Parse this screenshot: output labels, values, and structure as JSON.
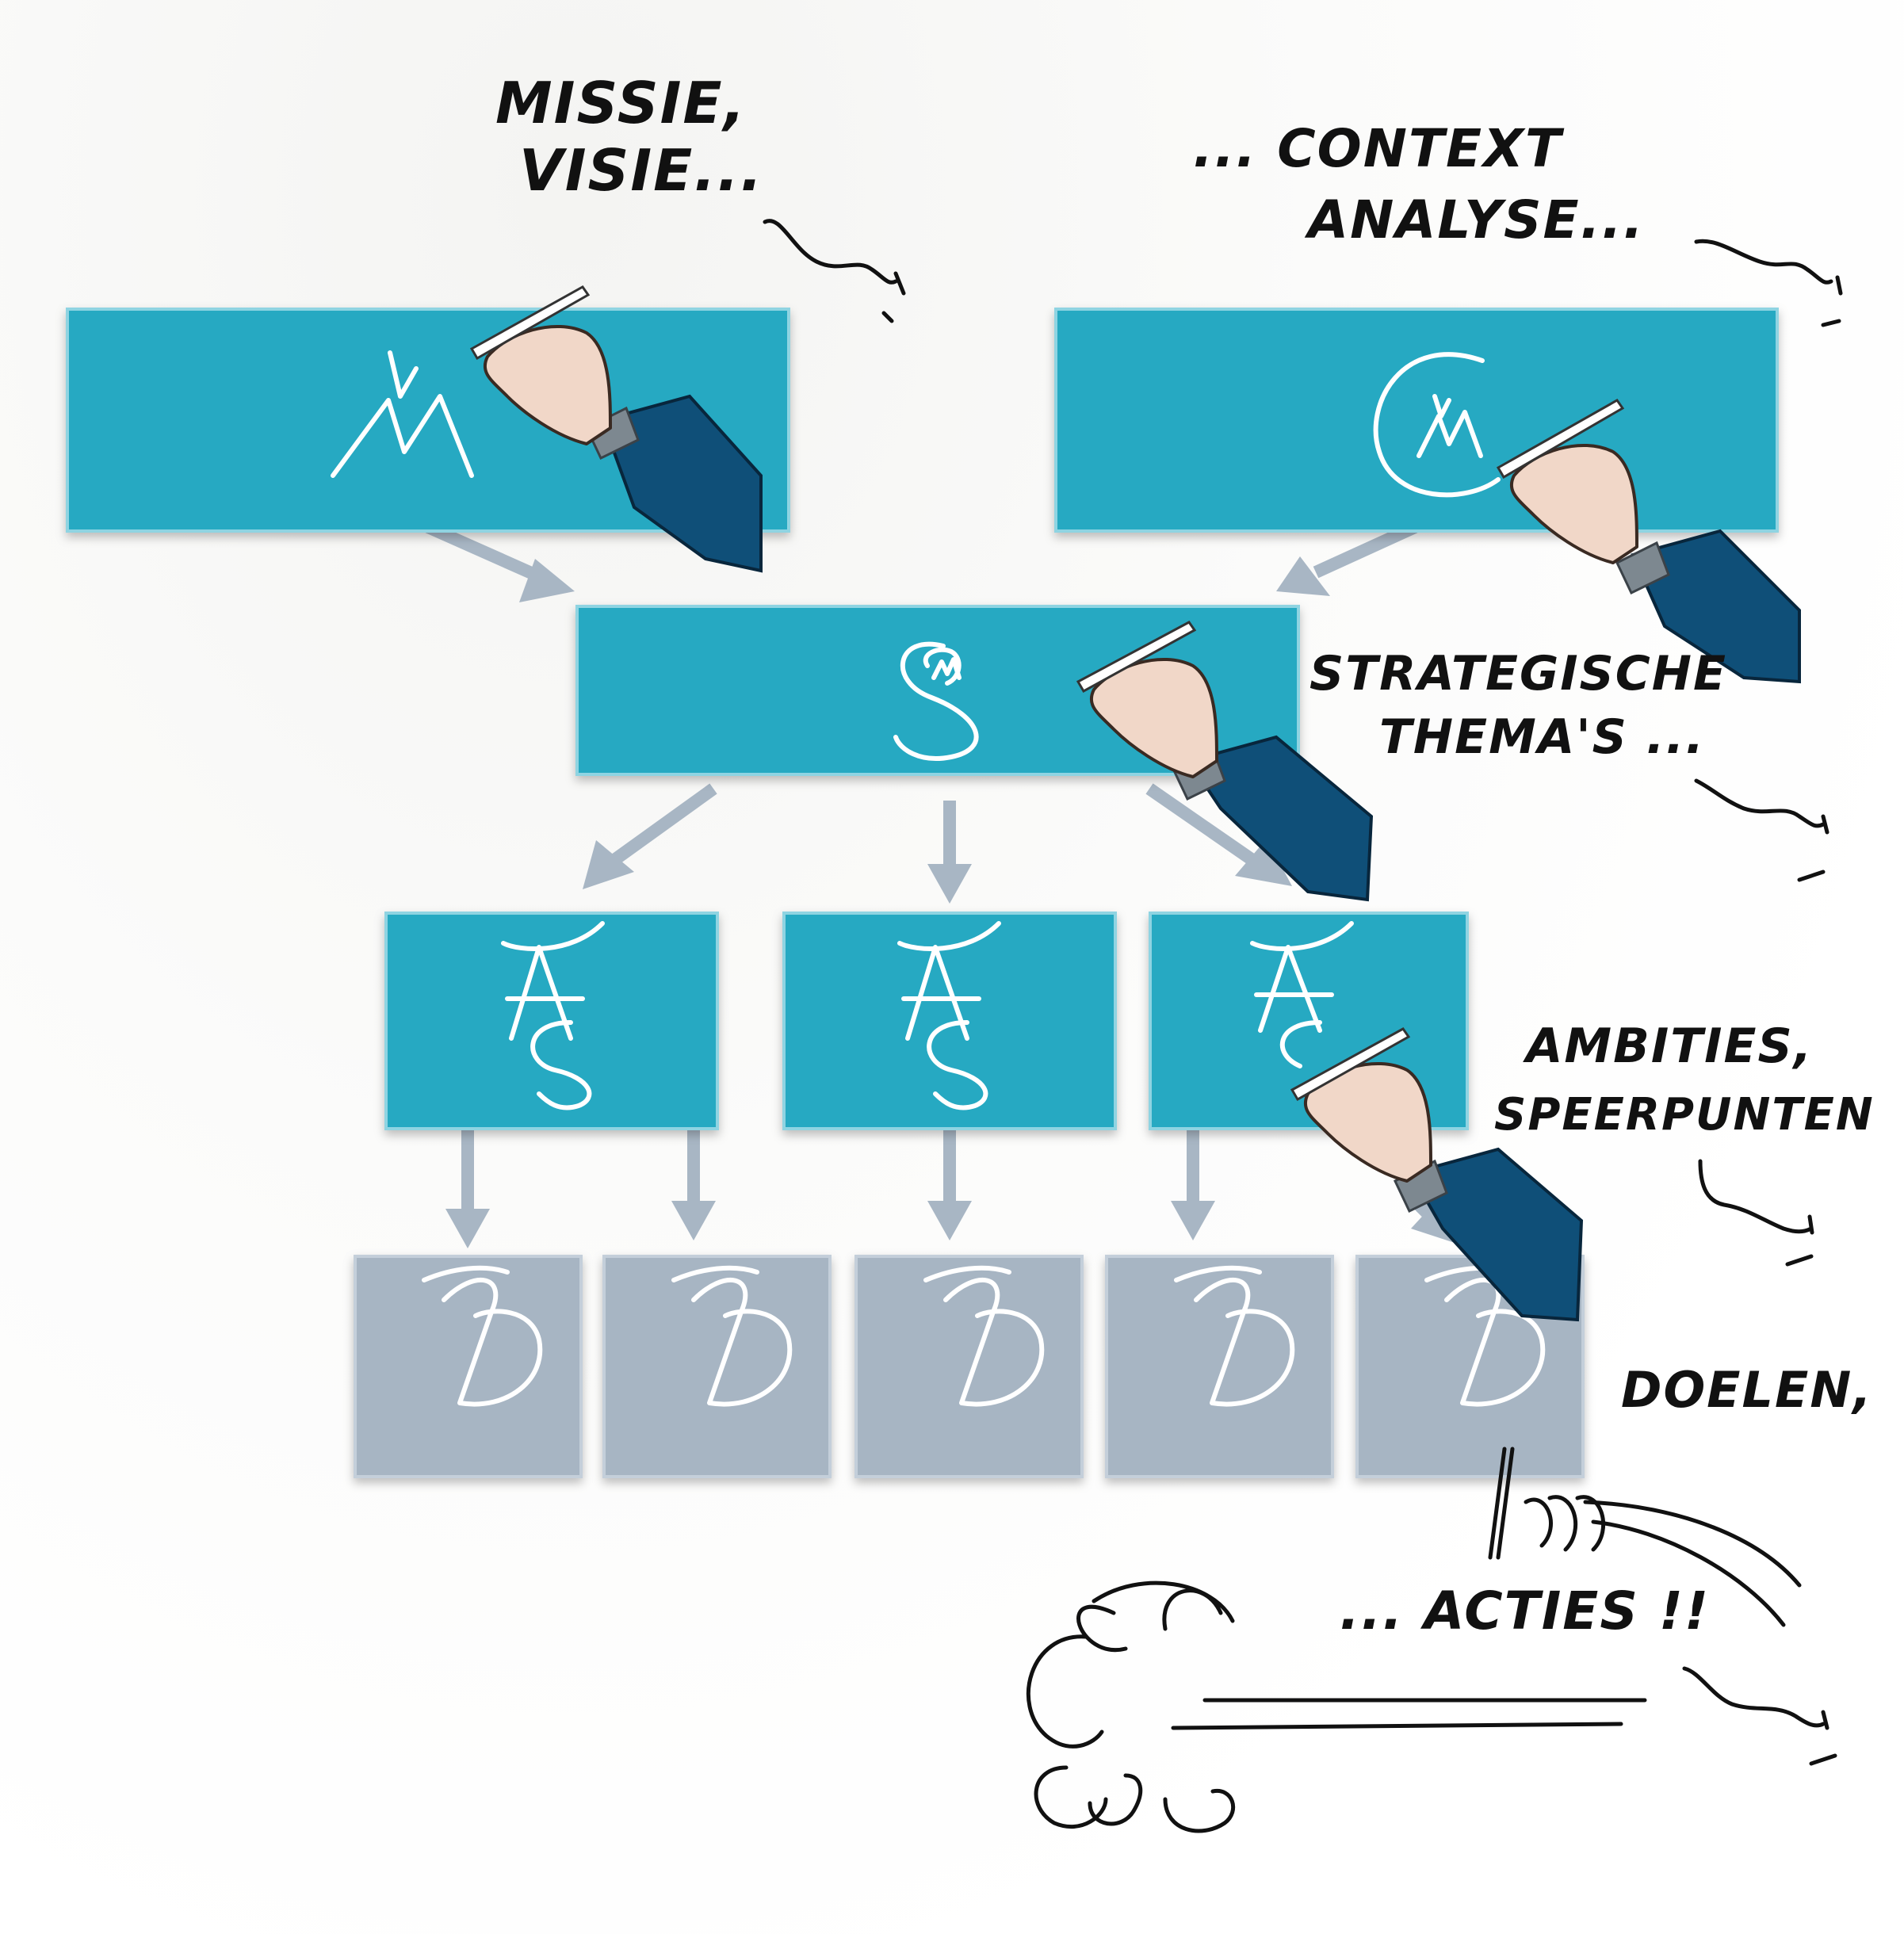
{
  "labels": {
    "missie_line1": "MISSIE,",
    "missie_line2": "VISIE...",
    "context_line1": "... CONTEXT",
    "context_line2": "ANALYSE...",
    "strategische_line1": "STRATEGISCHE",
    "strategische_line2": "THEMA'S ...",
    "ambities_line1": "AMBITIES,",
    "ambities_line2": "SPEERPUNTEN",
    "doelen": "DOELEN,",
    "acties": "... ACTIES !!"
  },
  "colors": {
    "teal_box": "#27a9c2",
    "grey_box": "#a7b5c3",
    "arrow": "#a8b6c4",
    "ink": "#111111"
  },
  "structure": {
    "top_boxes": [
      "missie-visie-box",
      "context-analyse-box"
    ],
    "middle_box": "strategische-themas-box",
    "ambitie_boxes": 3,
    "doel_boxes": 5
  }
}
